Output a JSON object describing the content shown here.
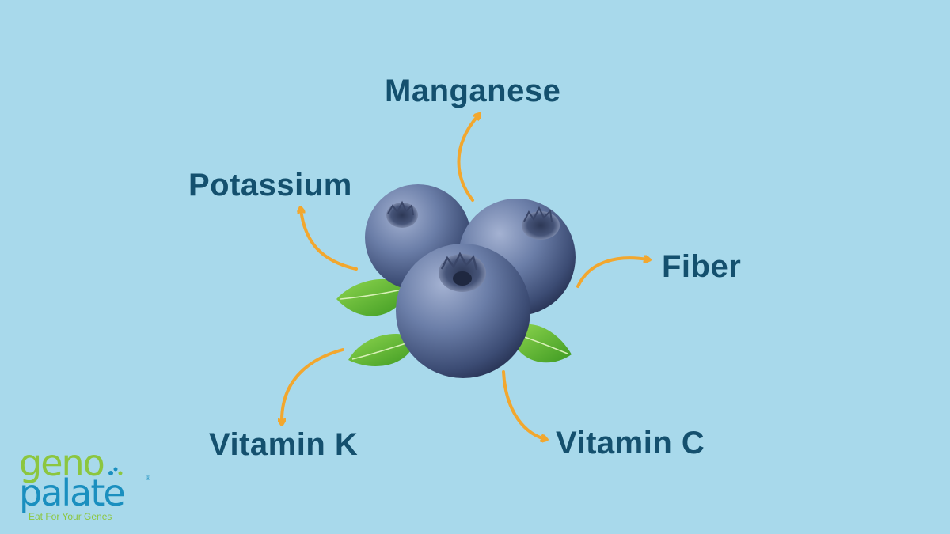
{
  "nutrients": {
    "manganese": "Manganese",
    "potassium": "Potassium",
    "fiber": "Fiber",
    "vitamin_k": "Vitamin K",
    "vitamin_c": "Vitamin C"
  },
  "logo": {
    "word_top": "geno",
    "word_bottom": "palate",
    "registered": "®",
    "tagline": "Eat For Your Genes"
  },
  "colors": {
    "background": "#a8d9eb",
    "label_text": "#14506e",
    "arrow": "#f2a72e",
    "berry": "#5a6e9a",
    "leaf": "#6cc13a",
    "logo_green": "#8cc63f",
    "logo_blue": "#1a8fbf"
  }
}
